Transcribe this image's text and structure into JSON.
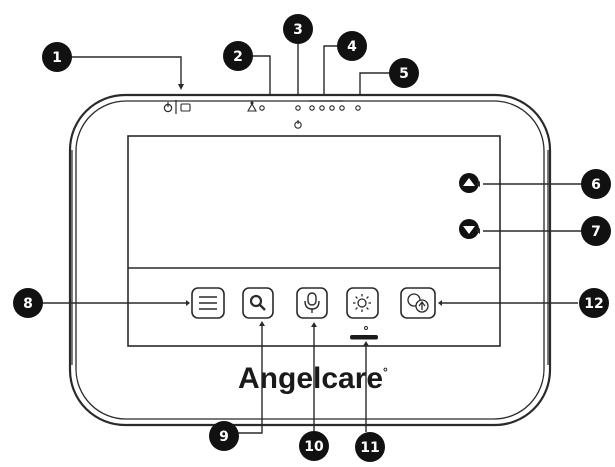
{
  "brand": {
    "name": "Angelcare",
    "mark": "°"
  },
  "callouts": [
    {
      "number": "1"
    },
    {
      "number": "2"
    },
    {
      "number": "3"
    },
    {
      "number": "4"
    },
    {
      "number": "5"
    },
    {
      "number": "6"
    },
    {
      "number": "7"
    },
    {
      "number": "8"
    },
    {
      "number": "9"
    },
    {
      "number": "10"
    },
    {
      "number": "11"
    },
    {
      "number": "12"
    }
  ],
  "icons": {
    "power_camera": "power-camera-switch-icon",
    "link": "link-indicator-icon",
    "power_led": "power-led-icon",
    "sound_leds": "sound-level-leds-icon",
    "status_led": "status-led-icon",
    "up": "up-arrow-icon",
    "down": "down-arrow-icon",
    "menu": "menu-icon",
    "zoom": "magnifier-icon",
    "talk": "microphone-icon",
    "brightness": "brightness-icon",
    "camera_switch": "camera-switch-icon"
  },
  "colors": {
    "outline": "#2a2a2a",
    "callout": "#111111",
    "background": "#ffffff"
  }
}
